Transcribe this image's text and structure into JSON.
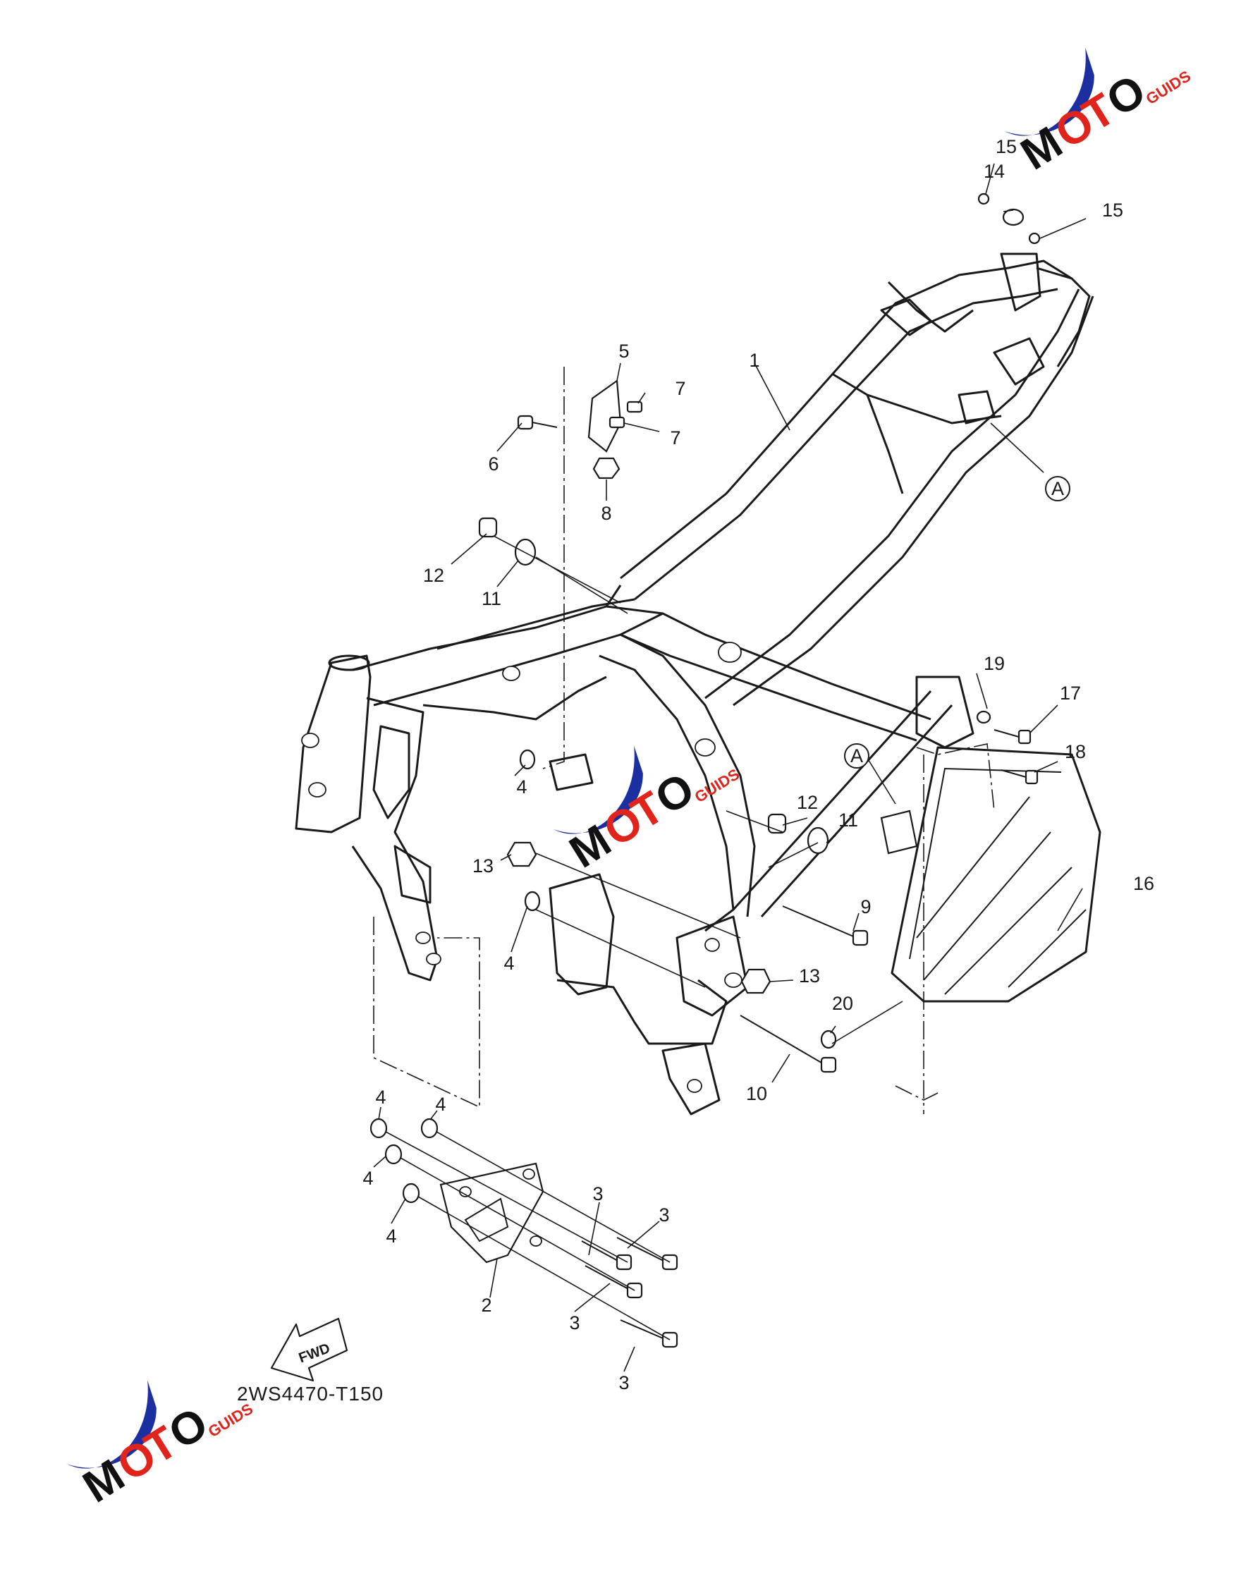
{
  "diagram": {
    "code": "2WS4470-T150",
    "fwd_label": "FWD",
    "ref_label": "A",
    "callouts": {
      "c1": "1",
      "c2": "2",
      "c3a": "3",
      "c3b": "3",
      "c3c": "3",
      "c3d": "3",
      "c4a": "4",
      "c4b": "4",
      "c4c": "4",
      "c4d": "4",
      "c4e": "4",
      "c4f": "4",
      "c5": "5",
      "c6": "6",
      "c7a": "7",
      "c7b": "7",
      "c8": "8",
      "c9": "9",
      "c10": "10",
      "c11a": "11",
      "c11b": "11",
      "c12a": "12",
      "c12b": "12",
      "c13a": "13",
      "c13b": "13",
      "c14": "14",
      "c15a": "15",
      "c15b": "15",
      "c16": "16",
      "c17": "17",
      "c18": "18",
      "c19": "19",
      "c20": "20"
    }
  },
  "watermark": {
    "letters": [
      "M",
      "O",
      "T",
      "O"
    ],
    "suffix": "GUIDS",
    "colors": {
      "blue": "#1c2fa0",
      "red": "#e0241b",
      "black": "#111111"
    }
  }
}
